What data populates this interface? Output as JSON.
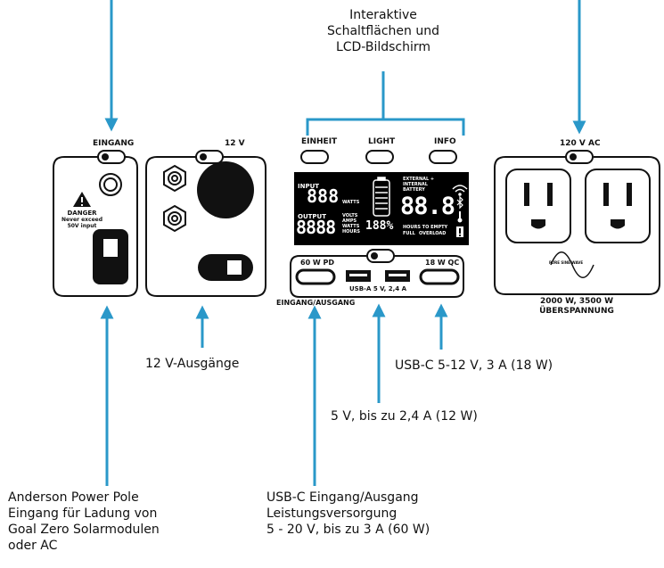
{
  "colors": {
    "arrow": "#2a98c9",
    "stroke": "#111111",
    "lcd": "#000000"
  },
  "captions": {
    "buttons_title": "Interaktive\nSchaltflächen und\nLCD-Bildschirm",
    "anderson": "Anderson Power Pole\nEingang für Ladung von\nGoal Zero Solarmodulen\noder AC",
    "out12v": "12 V-Ausgänge",
    "usbc18": "USB-C 5-12 V, 3 A (18 W)",
    "usba": "5 V, bis zu 2,4 A (12 W)",
    "usbc60": "USB-C Eingang/Ausgang\nLeistungsversorgung\n5 - 20 V, bis zu 3 A (60 W)"
  },
  "panel_input": {
    "label": "EINGANG",
    "danger_title": "DANGER",
    "danger_text": "Never exceed\n50V input"
  },
  "panel_12v": {
    "label": "12 V"
  },
  "panel_center": {
    "buttons": [
      "EINHEIT",
      "LIGHT",
      "INFO"
    ],
    "lcd": {
      "input": "INPUT",
      "input_digits": "888",
      "watts": "WATTS",
      "output": "OUTPUT",
      "output_digits": "8888",
      "units": "VOLTS\nAMPS\nWATTS\nHOURS",
      "percent": "188%",
      "external": "EXTERNAL +\nINTERNAL\nBATTERY",
      "big_digits": "88.8",
      "hours_to_empty": "HOURS TO EMPTY",
      "full": "FULL",
      "overload": "OVERLOAD"
    },
    "usb_pd_label": "60 W PD",
    "usb_qc_label": "18 W QC",
    "usb_a_label": "USB-A 5 V, 2,4 A",
    "io_label": "EINGANG/AUSGANG"
  },
  "panel_ac": {
    "label": "120 V AC",
    "pure_sine": "PURE SINE WAVE",
    "rating": "2000 W, 3500 W\nÜBERSPANNUNG"
  }
}
